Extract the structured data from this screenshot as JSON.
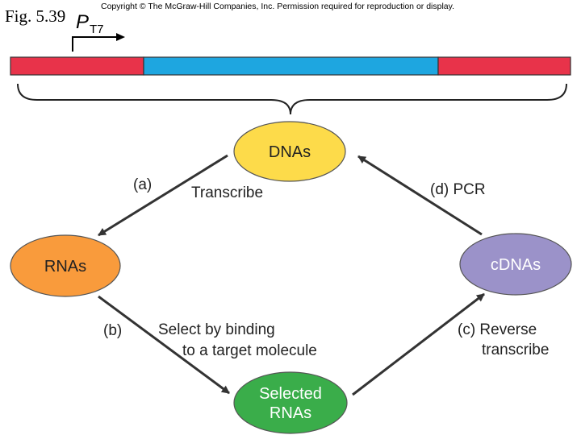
{
  "figure": {
    "label": "Fig. 5.39",
    "copyright": "Copyright © The McGraw-Hill Companies, Inc. Permission required for reproduction or display."
  },
  "promoter": {
    "symbol": "P",
    "subscript": "T7"
  },
  "nodes": {
    "dnas": "DNAs",
    "rnas": "RNAs",
    "selected_line1": "Selected",
    "selected_line2": "RNAs",
    "cdnas": "cDNAs"
  },
  "steps": {
    "a_letter": "(a)",
    "a_text": "Transcribe",
    "b_letter": "(b)",
    "b_text_line1": "Select by binding",
    "b_text_line2": "to a target molecule",
    "c_text_line1": "(c) Reverse",
    "c_text_line2": "transcribe",
    "d_text": "(d) PCR"
  },
  "colors": {
    "bar_red": "#e8334a",
    "bar_blue": "#1ea6e0",
    "dnas": "#fddb4a",
    "rnas": "#f99b3c",
    "selected": "#3aad4a",
    "cdnas": "#9b92c9",
    "arrow": "#333333"
  }
}
